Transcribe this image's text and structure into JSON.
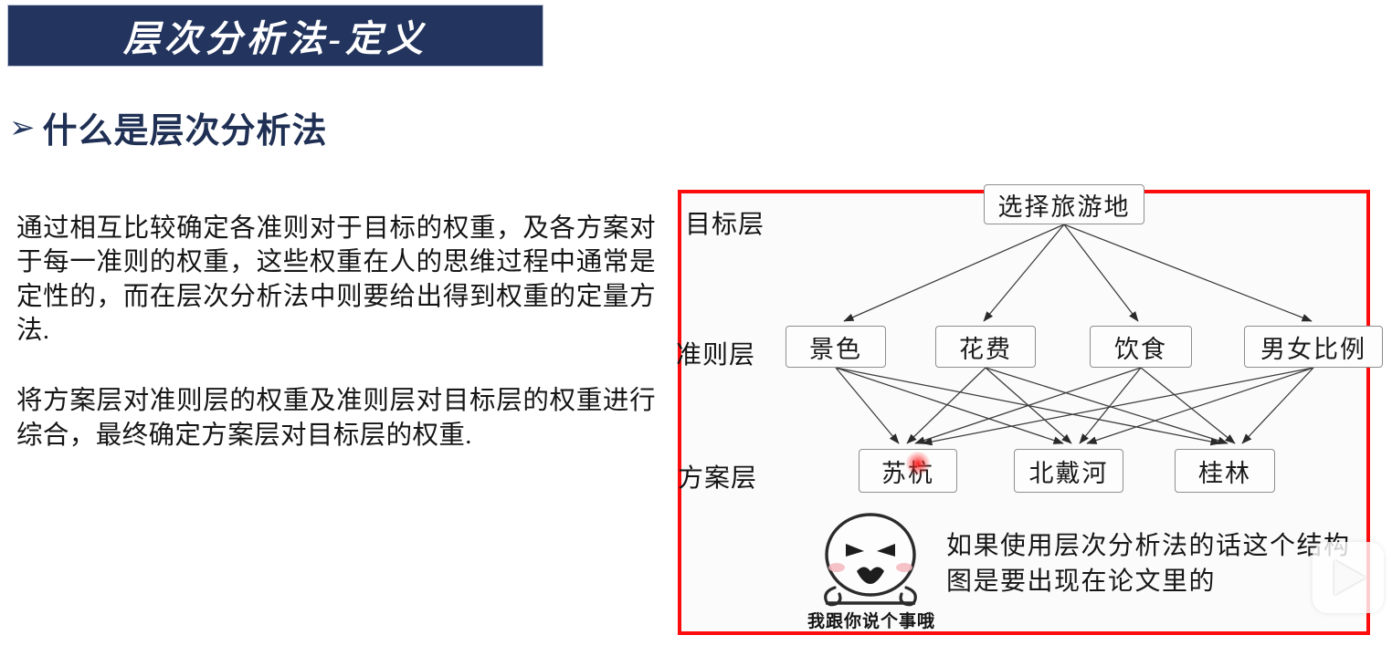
{
  "slide": {
    "title": "层次分析法-定义",
    "heading": "什么是层次分析法",
    "bullet_icon": "➢",
    "accent_navy": "#23355e",
    "accent_red": "#fc0d0d",
    "paragraphs": [
      "通过相互比较确定各准则对于目标的权重，及各方案对于每一准则的权重，这些权重在人的思维过程中通常是定性的，而在层次分析法中则要给出得到权重的定量方法.",
      "将方案层对准则层的权重及准则层对目标层的权重进行综合，最终确定方案层对目标层的权重."
    ]
  },
  "diagram": {
    "layer_labels": {
      "goal": "目标层",
      "criteria": "准则层",
      "alternatives": "方案层"
    },
    "goal_node": "选择旅游地",
    "criteria_nodes": [
      "景色",
      "花费",
      "饮食",
      "男女比例"
    ],
    "alternative_nodes": [
      "苏杭",
      "北戴河",
      "桂林"
    ],
    "caption": "如果使用层次分析法的话这个结构图是要出现在论文里的",
    "mascot_caption": "我跟你说个事哦"
  },
  "overlay": {
    "play_icon": "play-triangle-icon"
  }
}
